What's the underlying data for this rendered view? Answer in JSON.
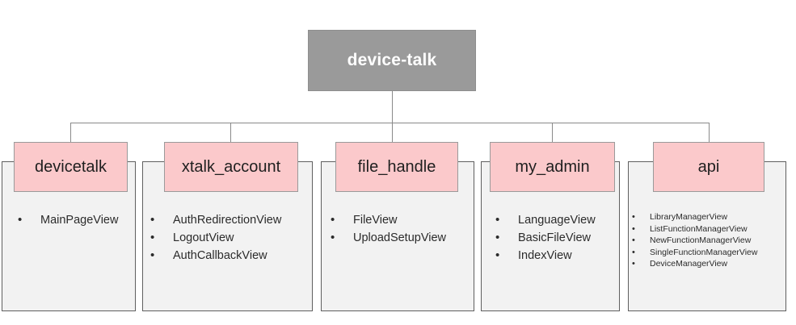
{
  "diagram": {
    "type": "package-hierarchy",
    "root": {
      "label": "device-talk",
      "fill": "#9a9a9a",
      "text_color": "#ffffff"
    },
    "style": {
      "header_fill": "#fbc9cb",
      "header_border": "#9a9a9a",
      "body_fill": "#f2f2f2",
      "body_border": "#5f5f5f",
      "connector_color": "#8a8a8a"
    },
    "packages": [
      {
        "name": "devicetalk",
        "items": [
          "MainPageView"
        ]
      },
      {
        "name": "xtalk_account",
        "items": [
          "AuthRedirectionView",
          "LogoutView",
          "AuthCallbackView"
        ]
      },
      {
        "name": "file_handle",
        "items": [
          "FileView",
          "UploadSetupView"
        ]
      },
      {
        "name": "my_admin",
        "items": [
          "LanguageView",
          "BasicFileView",
          "IndexView"
        ]
      },
      {
        "name": "api",
        "items": [
          "LibraryManagerView",
          "ListFunctionManagerView",
          "NewFunctionManagerView",
          "SingleFunctionManagerView",
          "DeviceManagerView"
        ]
      }
    ]
  }
}
